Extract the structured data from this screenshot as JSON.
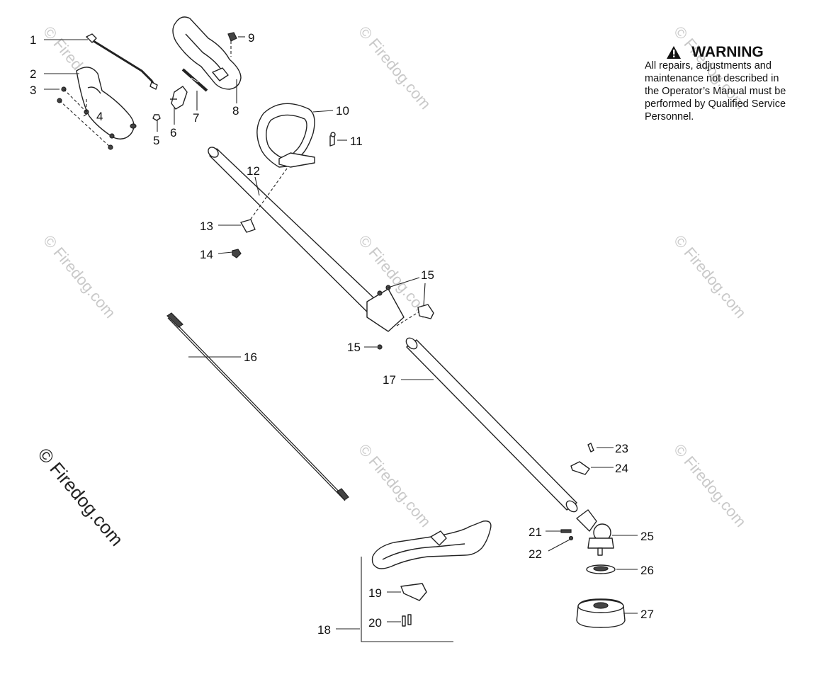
{
  "warning": {
    "title": "WARNING",
    "lines": [
      "All repairs, adjustments and",
      "maintenance not described in",
      "the Operator’s Manual must be",
      "performed by Qualified Service",
      "Personnel."
    ]
  },
  "watermark": {
    "small": "© Firedog.com",
    "big": "© Firedog.com"
  },
  "callouts": {
    "c1": "1",
    "c2": "2",
    "c3": "3",
    "c4": "4",
    "c5": "5",
    "c6": "6",
    "c7": "7",
    "c8": "8",
    "c9": "9",
    "c10": "10",
    "c11": "11",
    "c12": "12",
    "c13": "13",
    "c14": "14",
    "c15a": "15",
    "c15b": "15",
    "c16": "16",
    "c17": "17",
    "c18": "18",
    "c19": "19",
    "c20": "20",
    "c21": "21",
    "c22": "22",
    "c23": "23",
    "c24": "24",
    "c25": "25",
    "c26": "26",
    "c27": "27"
  }
}
